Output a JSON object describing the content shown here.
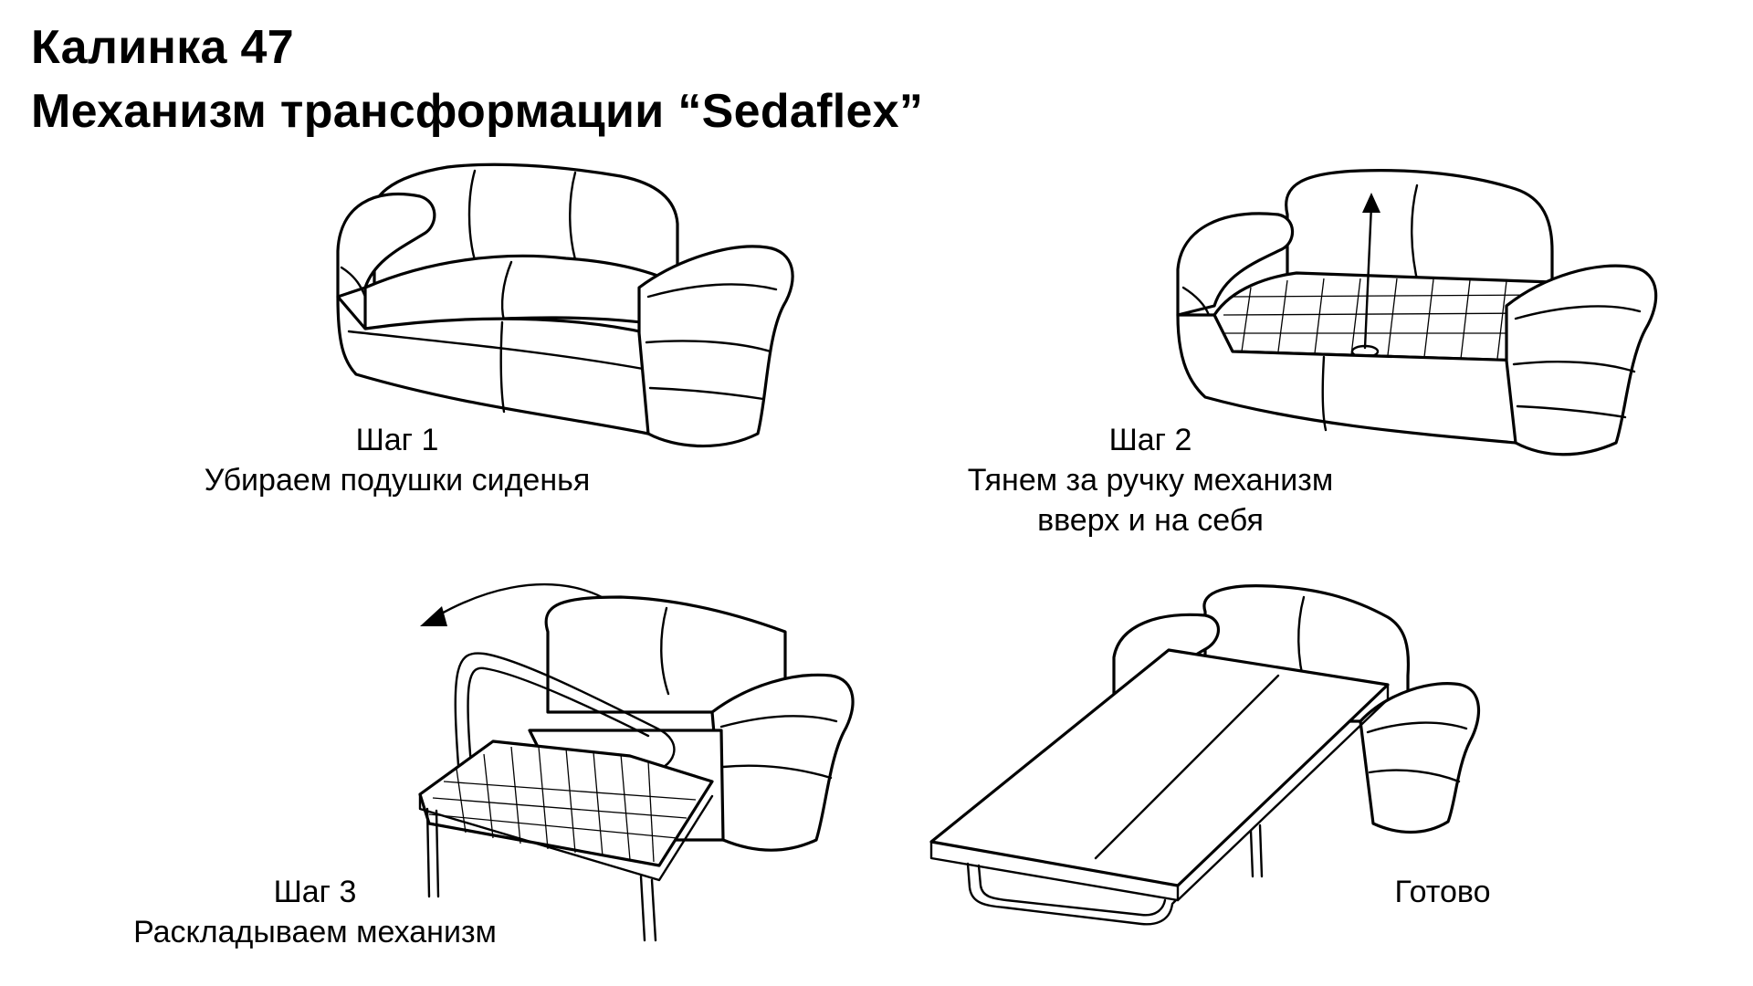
{
  "title": {
    "line1": "Калинка 47",
    "line2": "Механизм трансформации “Sedaflex”"
  },
  "steps": [
    {
      "label": "Шаг 1",
      "description": [
        "Убираем подушки сиденья"
      ]
    },
    {
      "label": "Шаг 2",
      "description": [
        "Тянем за ручку механизм",
        "вверх и на себя"
      ]
    },
    {
      "label": "Шаг 3",
      "description": [
        "Раскладываем механизм"
      ]
    },
    {
      "label": "Готово",
      "description": []
    }
  ]
}
